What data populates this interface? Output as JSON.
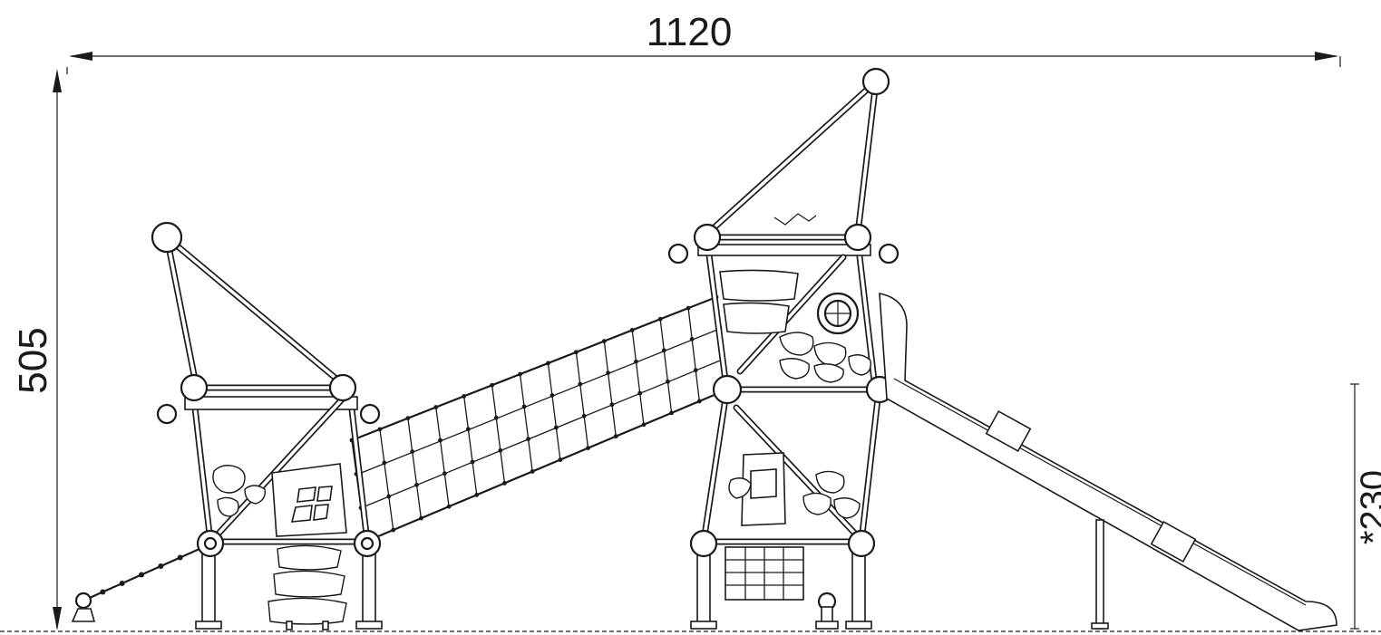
{
  "dimensions": {
    "width_label": "1120",
    "height_label": "505",
    "slide_height_label": "*230"
  },
  "colors": {
    "line": "#1a1a1a",
    "background": "#ffffff"
  }
}
